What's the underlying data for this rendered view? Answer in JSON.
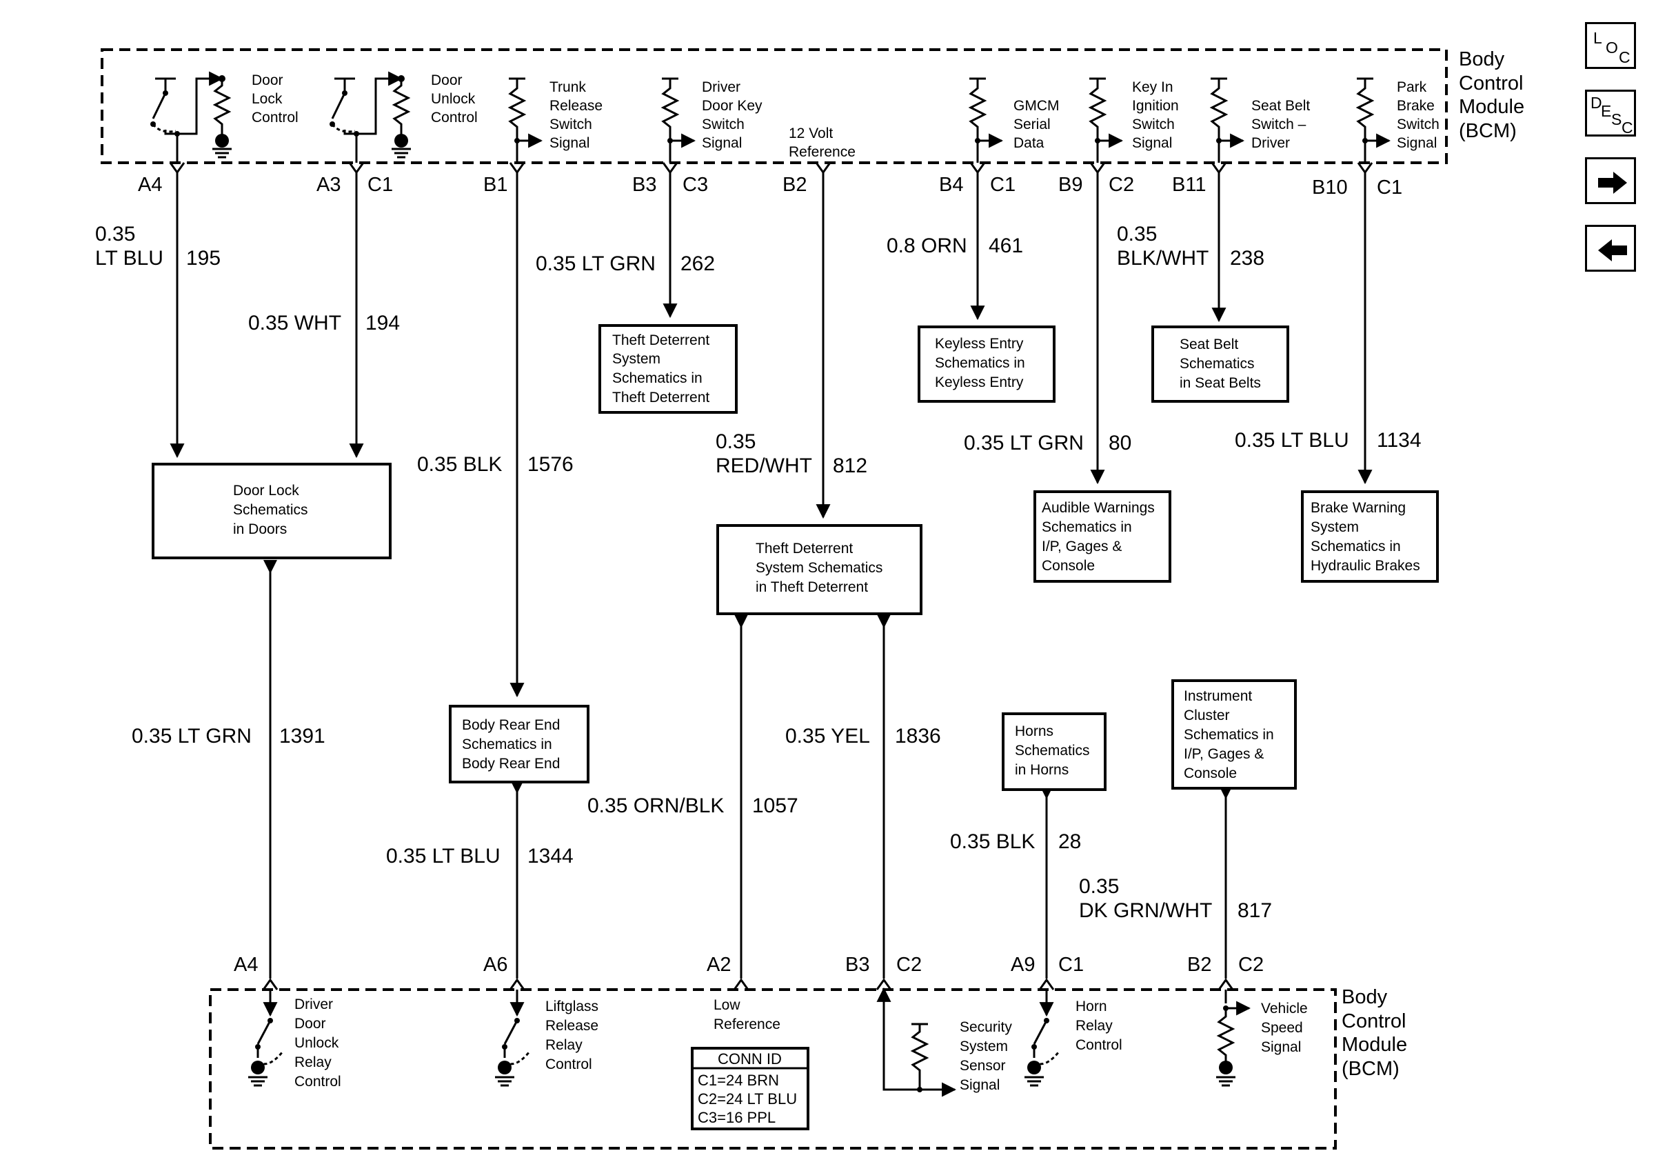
{
  "bcm_labels": {
    "top": [
      "Body",
      "Control",
      "Module",
      "(BCM)"
    ],
    "bottom": [
      "Body",
      "Control",
      "Module",
      "(BCM)"
    ]
  },
  "top_circuits": {
    "door_lock": [
      "Door",
      "Lock",
      "Control"
    ],
    "door_unlock": [
      "Door",
      "Unlock",
      "Control"
    ],
    "trunk": [
      "Trunk",
      "Release",
      "Switch",
      "Signal"
    ],
    "driver_key": [
      "Driver",
      "Door Key",
      "Switch",
      "Signal"
    ],
    "ref12": [
      "12 Volt",
      "Reference"
    ],
    "gmcm": [
      "GMCM",
      "Serial",
      "Data"
    ],
    "key_in": [
      "Key In",
      "Ignition",
      "Switch",
      "Signal"
    ],
    "seat_belt": [
      "Seat Belt",
      "Switch –",
      "Driver"
    ],
    "park_brake": [
      "Park",
      "Brake",
      "Switch",
      "Signal"
    ]
  },
  "top_pins": [
    "A4",
    "A3",
    "C1",
    "B1",
    "B3",
    "C3",
    "B2",
    "B4",
    "C1",
    "B9",
    "C2",
    "B11",
    "B10",
    "C1"
  ],
  "wires": {
    "w195": {
      "gauge": "0.35",
      "color": "LT BLU",
      "circuit": "195"
    },
    "w194": {
      "label": "0.35 WHT",
      "circuit": "194"
    },
    "w262": {
      "label": "0.35 LT GRN",
      "circuit": "262"
    },
    "w1576": {
      "label": "0.35 BLK",
      "circuit": "1576"
    },
    "w812": {
      "gauge": "0.35",
      "color": "RED/WHT",
      "circuit": "812"
    },
    "w461": {
      "label": "0.8 ORN",
      "circuit": "461"
    },
    "w238": {
      "gauge": "0.35",
      "color": "BLK/WHT",
      "circuit": "238"
    },
    "w80": {
      "label": "0.35 LT GRN",
      "circuit": "80"
    },
    "w1134": {
      "label": "0.35 LT BLU",
      "circuit": "1134"
    },
    "w1391": {
      "label": "0.35 LT GRN",
      "circuit": "1391"
    },
    "w1836": {
      "label": "0.35 YEL",
      "circuit": "1836"
    },
    "w1057": {
      "label": "0.35 ORN/BLK",
      "circuit": "1057"
    },
    "w1344": {
      "label": "0.35 LT BLU",
      "circuit": "1344"
    },
    "w28": {
      "label": "0.35 BLK",
      "circuit": "28"
    },
    "w817": {
      "gauge": "0.35",
      "color": "DK GRN/WHT",
      "circuit": "817"
    }
  },
  "boxes": {
    "theft_top": [
      "Theft Deterrent",
      "System",
      "Schematics in",
      "Theft Deterrent"
    ],
    "keyless": [
      "Keyless Entry",
      "Schematics in",
      "Keyless Entry"
    ],
    "seat_belts": [
      "Seat Belt",
      "Schematics",
      "in Seat Belts"
    ],
    "door_lock": [
      "Door Lock",
      "Schematics",
      "in Doors"
    ],
    "theft_mid": [
      "Theft Deterrent",
      "System Schematics",
      "in Theft Deterrent"
    ],
    "audible": [
      "Audible Warnings",
      "Schematics in",
      "I/P, Gages &",
      "Console"
    ],
    "brake": [
      "Brake Warning",
      "System",
      "Schematics in",
      "Hydraulic Brakes"
    ],
    "body_rear": [
      "Body Rear End",
      "Schematics in",
      "Body Rear End"
    ],
    "horns": [
      "Horns",
      "Schematics",
      "in Horns"
    ],
    "instrument": [
      "Instrument",
      "Cluster",
      "Schematics in",
      "I/P, Gages &",
      "Console"
    ]
  },
  "bottom_pins": [
    "A4",
    "A6",
    "A2",
    "B3",
    "C2",
    "A9",
    "C1",
    "B2",
    "C2"
  ],
  "bottom_circuits": {
    "driver_unlock": [
      "Driver",
      "Door",
      "Unlock",
      "Relay",
      "Control"
    ],
    "liftglass": [
      "Liftglass",
      "Release",
      "Relay",
      "Control"
    ],
    "low_ref": [
      "Low",
      "Reference"
    ],
    "security": [
      "Security",
      "System",
      "Sensor",
      "Signal"
    ],
    "horn_relay": [
      "Horn",
      "Relay",
      "Control"
    ],
    "vss": [
      "Vehicle",
      "Speed",
      "Signal"
    ]
  },
  "conn_id": {
    "title": "CONN ID",
    "rows": [
      "C1=24 BRN",
      "C2=24 LT BLU",
      "C3=16 PPL"
    ]
  },
  "nav": {
    "loc": {
      "l": "L",
      "o": "O",
      "c": "C"
    },
    "desc": {
      "d": "D",
      "e": "E",
      "s": "S",
      "c": "C"
    },
    "next_icon": "arrow-right-icon",
    "prev_icon": "arrow-left-icon"
  }
}
